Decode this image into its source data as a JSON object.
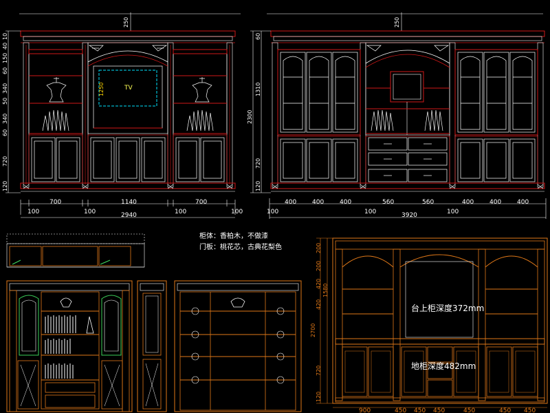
{
  "colors": {
    "background": "#000000",
    "red_line": "#d01818",
    "white_line": "#ffffff",
    "yellow_line": "#ffd700",
    "cyan_line": "#00e5ff",
    "orange_line": "#e07818",
    "green_line": "#3cd25a"
  },
  "elevation_left": {
    "top_height": "250",
    "side_heights": [
      "10",
      "40",
      "150",
      "60",
      "340",
      "50",
      "340",
      "60",
      "720",
      "120"
    ],
    "tv_label": "TV",
    "tv_height": "1250",
    "widths_row": [
      "100",
      "700",
      "100",
      "1140",
      "100",
      "700",
      "100"
    ],
    "total_width": "2940"
  },
  "elevation_right": {
    "top_height": "250",
    "side_heights": [
      "60",
      "1310",
      "2300",
      "720",
      "120"
    ],
    "widths_row": [
      "100",
      "400",
      "400",
      "400",
      "100",
      "560",
      "560",
      "100",
      "400",
      "400",
      "400"
    ],
    "total_width": "3920"
  },
  "material_note": {
    "line1": "柜体：香柏木，不做漆",
    "line2": "门板：桃花芯，古典花梨色"
  },
  "elevation_bottom_right": {
    "upper_depth_note": "台上柜深度372mm",
    "lower_depth_note": "地柜深度482mm",
    "side_heights": [
      "200",
      "200",
      "420",
      "420",
      "1580",
      "2700",
      "720",
      "120"
    ],
    "bottom_widths": [
      "900",
      "450",
      "450",
      "450",
      "450",
      "450",
      "450"
    ]
  }
}
